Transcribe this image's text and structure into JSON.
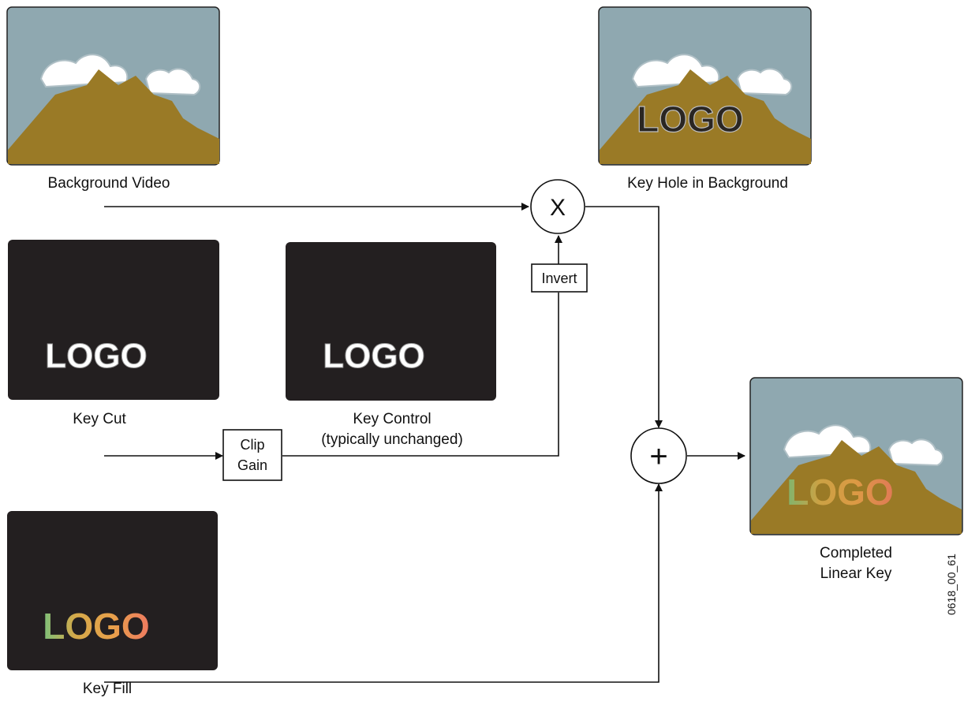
{
  "panels": {
    "background_video": {
      "label": "Background Video"
    },
    "key_hole": {
      "label": "Key Hole in Background",
      "logo_text": "LOGO"
    },
    "key_cut": {
      "label": "Key Cut",
      "logo_text": "LOGO"
    },
    "key_control": {
      "label_line1": "Key Control",
      "label_line2": "(typically unchanged)",
      "logo_text": "LOGO"
    },
    "key_fill": {
      "label": "Key Fill",
      "logo_text": "LOGO"
    },
    "completed": {
      "label_line1": "Completed",
      "label_line2": "Linear Key",
      "logo_text": "LOGO"
    }
  },
  "operators": {
    "multiply": {
      "symbol": "X"
    },
    "add": {
      "symbol": "+"
    },
    "invert": {
      "label": "Invert"
    },
    "clip_gain": {
      "line1": "Clip",
      "line2": "Gain"
    }
  },
  "figure_id": "0618_00_61",
  "colors": {
    "sky": "#8fa8b0",
    "mountain": "#9a7a26",
    "dark_panel": "#231f20",
    "logo_l": "#7cc07a",
    "logo_o1": "#d4a94a",
    "logo_g": "#e8a04a",
    "logo_o2": "#ee7a60"
  }
}
